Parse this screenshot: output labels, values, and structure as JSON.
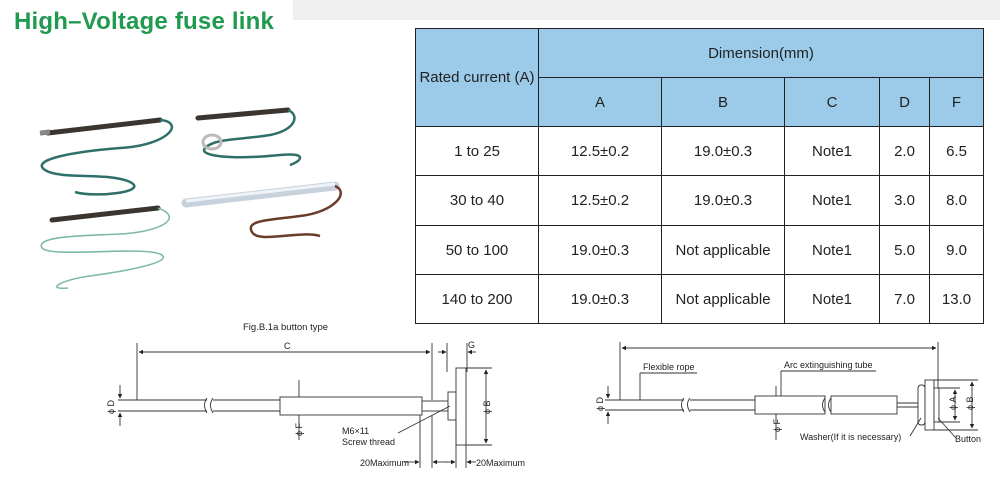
{
  "title": "High–Voltage fuse link",
  "table": {
    "head_rated": "Rated current (A)",
    "head_dimension": "Dimension(mm)",
    "cols": [
      "A",
      "B",
      "C",
      "D",
      "F"
    ],
    "rows": [
      [
        "1 to 25",
        "12.5±0.2",
        "19.0±0.3",
        "Note1",
        "2.0",
        "6.5"
      ],
      [
        "30 to 40",
        "12.5±0.2",
        "19.0±0.3",
        "Note1",
        "3.0",
        "8.0"
      ],
      [
        "50 to 100",
        "19.0±0.3",
        "Not applicable",
        "Note1",
        "5.0",
        "9.0"
      ],
      [
        "140 to 200",
        "19.0±0.3",
        "Not applicable",
        "Note1",
        "7.0",
        "13.0"
      ]
    ]
  },
  "fig1": {
    "caption": "Fig.B.1a button type",
    "label_c": "C",
    "label_g": "G",
    "label_d": "D",
    "label_f": "F",
    "label_b": "B",
    "thread_1": "M6×11",
    "thread_2": "Screw thread",
    "max_left": "20Maximum",
    "max_right": "20Maximum"
  },
  "fig2": {
    "flexible_rope": "Flexible rope",
    "arc_tube": "Arc extinguishing tube",
    "washer": "Washer(If it is necessary)",
    "button": "Button",
    "label_d": "D",
    "label_f": "F",
    "label_a": "A",
    "label_b": "B"
  },
  "colors": {
    "title": "#1f9a4f",
    "table_header": "#9ccbea"
  }
}
